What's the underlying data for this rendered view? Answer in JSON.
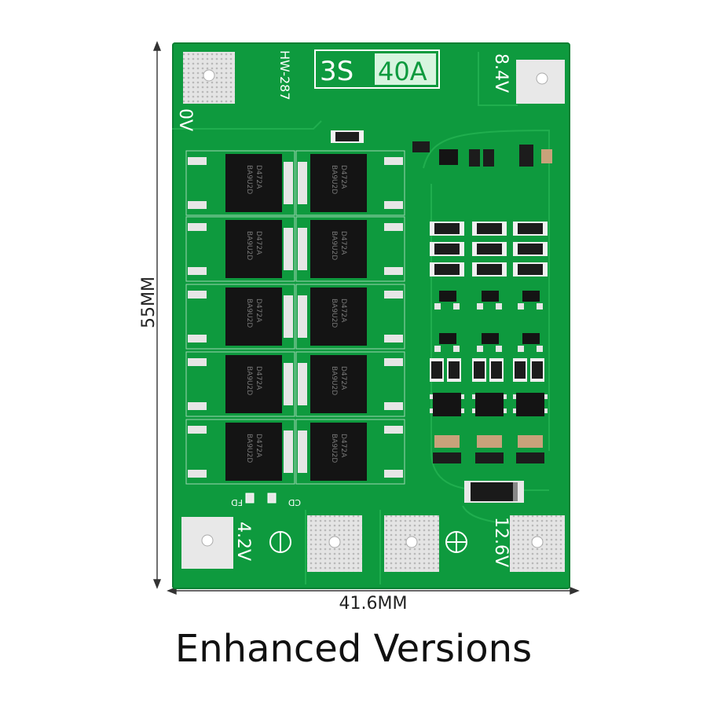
{
  "board": {
    "model": "HW-287",
    "spec_cells": "3S",
    "spec_current": "40A",
    "voltage_top_left": "0V",
    "voltage_top_right": "8.4V",
    "voltage_bottom_left": "4.2V",
    "voltage_bottom_right": "12.6V",
    "mosfet_label_line1": "D472A",
    "mosfet_label_line2": "BA9U2D",
    "led_label_left": "FD",
    "led_label_right": "CD",
    "mosfet_rows": 5,
    "mosfet_cols": 2
  },
  "dimensions": {
    "width": "41.6MM",
    "height": "55MM"
  },
  "caption": "Enhanced Versions",
  "colors": {
    "pcb_green": "#0e9a3e",
    "pad_silver": "#e6e6e6",
    "silk_white": "#ffffff",
    "chip_black": "#141414"
  }
}
